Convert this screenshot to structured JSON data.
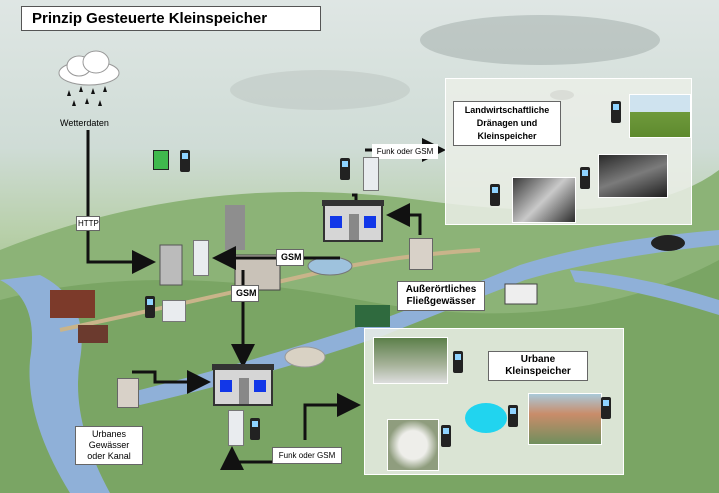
{
  "title": "Prinzip Gesteuerte Kleinspeicher",
  "labels": {
    "wetterdaten": "Wetterdaten",
    "http": "HTTP",
    "gsm1": "GSM",
    "gsm2": "GSM",
    "funk_gsm_top": "Funk oder GSM",
    "funk_gsm_bottom": "Funk oder GSM",
    "landwirtschaft": "Landwirtschaftliche Dränagen und Kleinspeicher",
    "fliess": "Außerörtliches Fließgewässer",
    "urbane_klein": "Urbane Kleinspeicher",
    "urbanes_gew": "Urbanes Gewässer oder Kanal"
  },
  "colors": {
    "arrow": "#111111",
    "station_window": "#1237e8",
    "pond": "#21d4ef",
    "river": "#8fb0d8"
  }
}
